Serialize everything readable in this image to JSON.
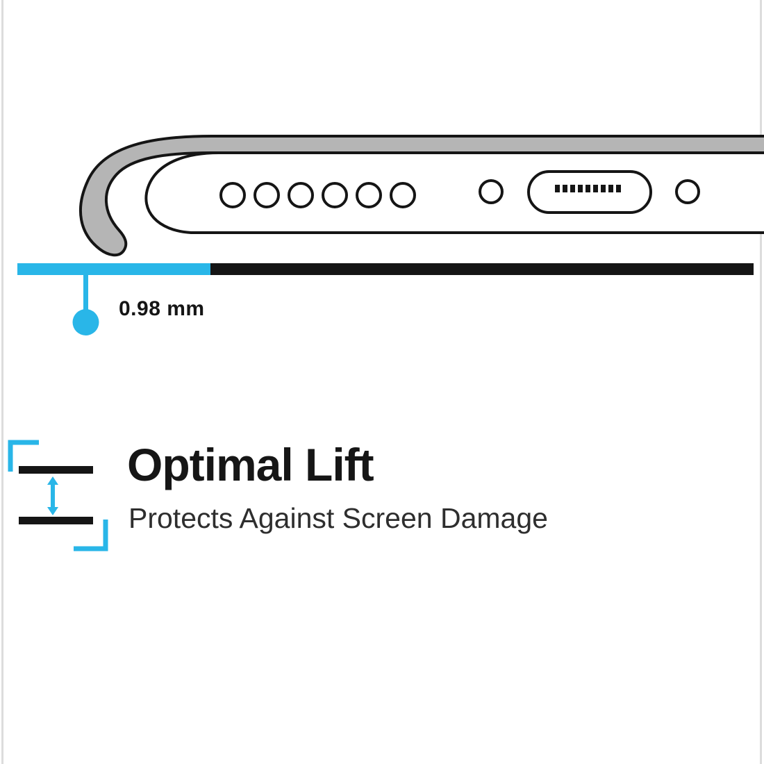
{
  "measurement": {
    "label": "0.98 mm"
  },
  "feature": {
    "title": "Optimal Lift",
    "subtitle": "Protects Against Screen Damage"
  },
  "colors": {
    "accent": "#29b6e8",
    "ink": "#151515",
    "case_gray": "#b5b5b5",
    "edge_gray": "#dcdcdc"
  }
}
